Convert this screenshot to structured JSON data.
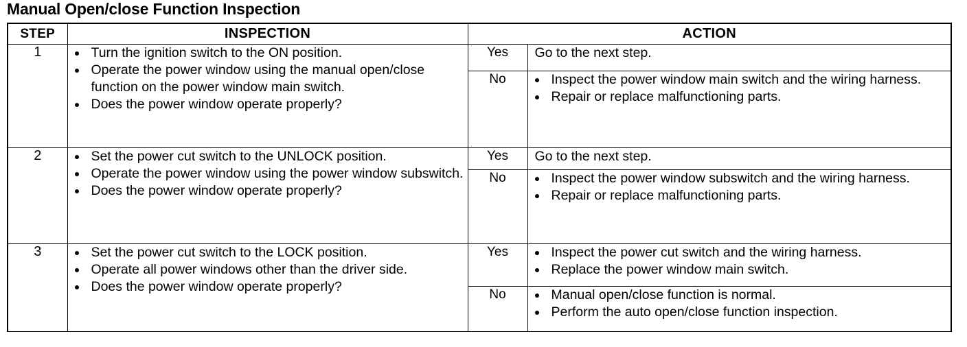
{
  "document": {
    "title": "Manual Open/close Function Inspection"
  },
  "table": {
    "headers": {
      "step": "STEP",
      "inspection": "INSPECTION",
      "action": "ACTION"
    },
    "rows": [
      {
        "step": "1",
        "inspection": [
          "Turn the ignition switch to the ON position.",
          "Operate the power window using the manual open/close function on the power window main switch.",
          "Does the power window operate properly?"
        ],
        "outcomes": [
          {
            "label": "Yes",
            "type": "plain",
            "action": [
              "Go to the next step."
            ]
          },
          {
            "label": "No",
            "type": "bullets",
            "action": [
              "Inspect the power window main switch and the wiring harness.",
              "Repair or replace malfunctioning parts."
            ]
          }
        ]
      },
      {
        "step": "2",
        "inspection": [
          "Set the power cut switch to the UNLOCK position.",
          "Operate the power window using the power window subswitch.",
          "Does the power window operate properly?"
        ],
        "outcomes": [
          {
            "label": "Yes",
            "type": "plain",
            "action": [
              "Go to the next step."
            ]
          },
          {
            "label": "No",
            "type": "bullets",
            "action": [
              "Inspect the power window subswitch and the wiring harness.",
              "Repair or replace malfunctioning parts."
            ]
          }
        ]
      },
      {
        "step": "3",
        "inspection": [
          "Set the power cut switch to the LOCK position.",
          "Operate all power windows other than the driver side.",
          "Does the power window operate properly?"
        ],
        "outcomes": [
          {
            "label": "Yes",
            "type": "bullets",
            "action": [
              "Inspect the power cut switch and the wiring harness.",
              "Replace the power window main switch."
            ]
          },
          {
            "label": "No",
            "type": "bullets",
            "action": [
              "Manual open/close function is normal.",
              "Perform the auto open/close function inspection."
            ]
          }
        ]
      }
    ]
  }
}
